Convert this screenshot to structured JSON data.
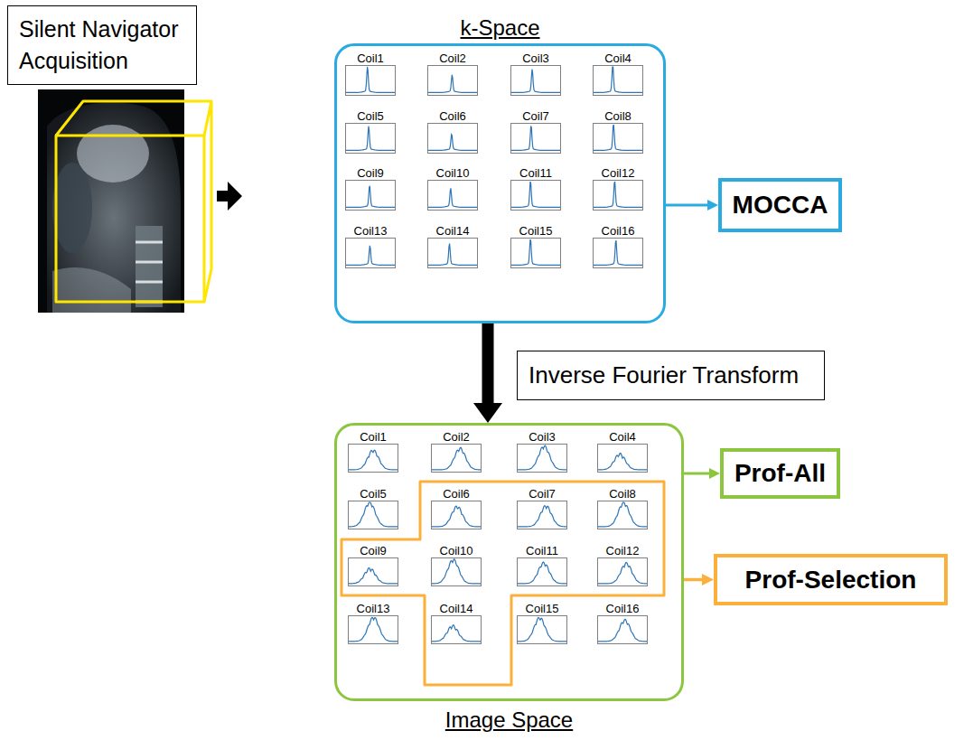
{
  "diagram": {
    "nodes": [
      {
        "text": [
          "Silent Navigator Acquisition"
        ]
      },
      {
        "text": [
          "k-Space"
        ]
      },
      {
        "text": [
          "Coil1"
        ],
        "in": 1
      },
      {
        "text": [
          "Coil2"
        ],
        "in": 1
      },
      {
        "text": [
          "Coil3"
        ],
        "in": 1
      },
      {
        "text": [
          "Coil4"
        ],
        "in": 1
      },
      {
        "text": [
          "Coil5"
        ],
        "in": 1
      },
      {
        "text": [
          "Coil6"
        ],
        "in": 1
      },
      {
        "text": [
          "Coil7"
        ],
        "in": 1
      },
      {
        "text": [
          "Coil8"
        ],
        "in": 1
      },
      {
        "text": [
          "Coil9"
        ],
        "in": 1
      },
      {
        "text": [
          "Coil10"
        ],
        "in": 1
      },
      {
        "text": [
          "Coil11"
        ],
        "in": 1
      },
      {
        "text": [
          "Coil12"
        ],
        "in": 1
      },
      {
        "text": [
          "Coil13"
        ],
        "in": 1
      },
      {
        "text": [
          "Coil14"
        ],
        "in": 1
      },
      {
        "text": [
          "Coil15"
        ],
        "in": 1
      },
      {
        "text": [
          "Coil16"
        ],
        "in": 1
      },
      {
        "text": [
          "MOCCA"
        ]
      },
      {
        "text": [
          "Inverse Fourier Transform"
        ]
      },
      {
        "text": [
          "Image Space"
        ]
      },
      {
        "text": [
          "Coil1"
        ],
        "in": 20
      },
      {
        "text": [
          "Coil2"
        ],
        "in": 20
      },
      {
        "text": [
          "Coil3"
        ],
        "in": 20
      },
      {
        "text": [
          "Coil4"
        ],
        "in": 20
      },
      {
        "text": [
          "Coil5"
        ],
        "in": 20
      },
      {
        "text": [
          "Coil6"
        ],
        "in": 20
      },
      {
        "text": [
          "Coil7"
        ],
        "in": 20
      },
      {
        "text": [
          "Coil8"
        ],
        "in": 20
      },
      {
        "text": [
          "Coil9"
        ],
        "in": 20
      },
      {
        "text": [
          "Coil10"
        ],
        "in": 20
      },
      {
        "text": [
          "Coil11"
        ],
        "in": 20
      },
      {
        "text": [
          "Coil12"
        ],
        "in": 20
      },
      {
        "text": [
          "Coil13"
        ],
        "in": 20
      },
      {
        "text": [
          "Coil14"
        ],
        "in": 20
      },
      {
        "text": [
          "Coil15"
        ],
        "in": 20
      },
      {
        "text": [
          "Coil16"
        ],
        "in": 20
      },
      {
        "text": [
          "Prof-All"
        ]
      },
      {
        "text": [
          "Prof-Selection"
        ]
      }
    ],
    "edges": [
      {
        "from": 1,
        "to": 18,
        "arrow": "to"
      },
      {
        "from": 1,
        "to": 20,
        "arrow": "to"
      },
      {
        "from": 20,
        "to": 37,
        "arrow": "to"
      },
      {
        "from": 20,
        "to": 38,
        "arrow": "to"
      }
    ]
  }
}
